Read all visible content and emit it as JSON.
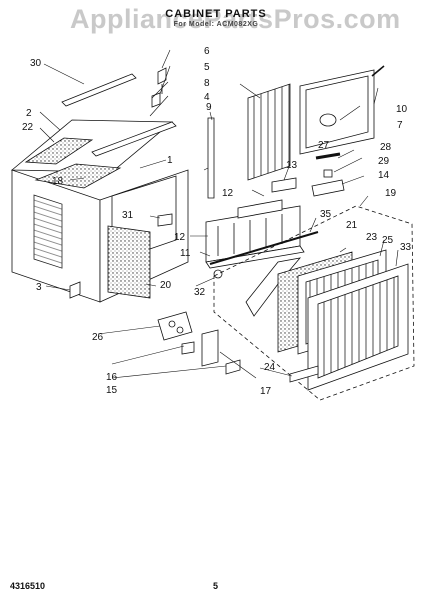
{
  "header": {
    "watermark": "AppliancePartsPros.com",
    "title": "CABINET PARTS",
    "subtitle": "For Model: ACM082XG"
  },
  "footer": {
    "doc_number": "4316510",
    "page_number": "5"
  },
  "callouts": [
    {
      "id": "c1",
      "label": "1"
    },
    {
      "id": "c2",
      "label": "2"
    },
    {
      "id": "c3",
      "label": "3"
    },
    {
      "id": "c4",
      "label": "4"
    },
    {
      "id": "c5",
      "label": "5"
    },
    {
      "id": "c6",
      "label": "6"
    },
    {
      "id": "c7",
      "label": "7"
    },
    {
      "id": "c8",
      "label": "8"
    },
    {
      "id": "c9",
      "label": "9"
    },
    {
      "id": "c10",
      "label": "10"
    },
    {
      "id": "c11",
      "label": "11"
    },
    {
      "id": "c12a",
      "label": "12"
    },
    {
      "id": "c12b",
      "label": "12"
    },
    {
      "id": "c13",
      "label": "13"
    },
    {
      "id": "c14",
      "label": "14"
    },
    {
      "id": "c15",
      "label": "15"
    },
    {
      "id": "c16",
      "label": "16"
    },
    {
      "id": "c17",
      "label": "17"
    },
    {
      "id": "c18",
      "label": "18"
    },
    {
      "id": "c19",
      "label": "19"
    },
    {
      "id": "c20",
      "label": "20"
    },
    {
      "id": "c21",
      "label": "21"
    },
    {
      "id": "c22",
      "label": "22"
    },
    {
      "id": "c23",
      "label": "23"
    },
    {
      "id": "c24",
      "label": "24"
    },
    {
      "id": "c25",
      "label": "25"
    },
    {
      "id": "c26",
      "label": "26"
    },
    {
      "id": "c27",
      "label": "27"
    },
    {
      "id": "c28",
      "label": "28"
    },
    {
      "id": "c29",
      "label": "29"
    },
    {
      "id": "c30",
      "label": "30"
    },
    {
      "id": "c31",
      "label": "31"
    },
    {
      "id": "c32",
      "label": "32"
    },
    {
      "id": "c33",
      "label": "33"
    },
    {
      "id": "c35",
      "label": "35"
    }
  ]
}
